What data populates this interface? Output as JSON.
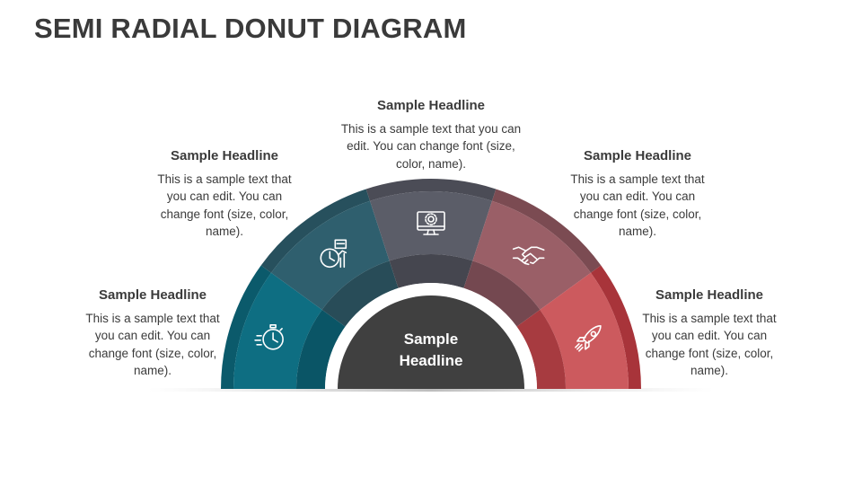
{
  "title": "SEMI RADIAL DONUT DIAGRAM",
  "center": {
    "line1": "Sample",
    "line2": "Headline"
  },
  "segments": [
    {
      "headline": "Sample Headline",
      "body": "This is a sample text that you can edit. You can change font (size, color, name).",
      "icon": "stopwatch-icon",
      "color": "#0e6e82"
    },
    {
      "headline": "Sample Headline",
      "body": "This is a sample text that you can edit. You can change font (size, color, name).",
      "icon": "analytics-icon",
      "color": "#2f5f6e"
    },
    {
      "headline": "Sample Headline",
      "body": "This is a sample text that you can edit. You can change font (size, color, name).",
      "icon": "monitor-gear-icon",
      "color": "#5b5d68"
    },
    {
      "headline": "Sample Headline",
      "body": "This is a sample text that you can edit. You can change font (size, color, name).",
      "icon": "handshake-icon",
      "color": "#9a5f67"
    },
    {
      "headline": "Sample Headline",
      "body": "This is a sample text that you can edit. You can change font (size, color, name).",
      "icon": "rocket-icon",
      "color": "#cc5a5e"
    }
  ],
  "colors": {
    "outer_ring": [
      "#0b5a6b",
      "#27505d",
      "#4b4c56",
      "#7b4b52",
      "#a8343a"
    ],
    "inner_ring": [
      "#0a5566",
      "#284c58",
      "#45464f",
      "#744850",
      "#a73b40"
    ],
    "center_fill": "#404040",
    "title": "#3a3a3a"
  }
}
